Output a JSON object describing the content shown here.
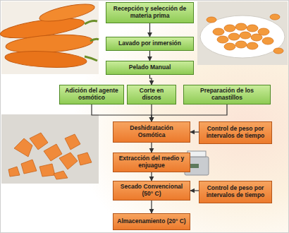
{
  "diagram": {
    "nodes": [
      {
        "text": [
          "Recepción y selección de materia prima"
        ]
      },
      {
        "text": [
          "Lavado por inmersión"
        ]
      },
      {
        "text": [
          "Pelado Manual"
        ]
      },
      {
        "text": [
          "Adición del agente osmótico"
        ]
      },
      {
        "text": [
          "Corte en discos"
        ]
      },
      {
        "text": [
          "Preparación de los canastillos"
        ]
      },
      {
        "text": [
          "Deshidratación Osmótica"
        ]
      },
      {
        "text": [
          "Control de peso por intervalos de tiempo"
        ]
      },
      {
        "text": [
          "Extracción del medio y enjuague"
        ]
      },
      {
        "text": [
          "Secado Convencional (50° C)"
        ]
      },
      {
        "text": [
          "Control de peso por intervalos de tiempo"
        ]
      },
      {
        "text": [
          "Almacenamiento (20° C)"
        ]
      }
    ],
    "edges": [
      {
        "from": 0,
        "to": 1,
        "arrow": "to"
      },
      {
        "from": 1,
        "to": 2,
        "arrow": "to"
      },
      {
        "from": 2,
        "to": 4,
        "arrow": "to"
      },
      {
        "from": 3,
        "to": 6,
        "arrow": "to"
      },
      {
        "from": 4,
        "to": 6,
        "arrow": "to"
      },
      {
        "from": 5,
        "to": 6,
        "arrow": "to"
      },
      {
        "from": 7,
        "to": 6,
        "arrow": "to"
      },
      {
        "from": 6,
        "to": 8,
        "arrow": "to"
      },
      {
        "from": 8,
        "to": 9,
        "arrow": "to"
      },
      {
        "from": 10,
        "to": 9,
        "arrow": "to"
      },
      {
        "from": 9,
        "to": 11,
        "arrow": "to"
      }
    ]
  }
}
